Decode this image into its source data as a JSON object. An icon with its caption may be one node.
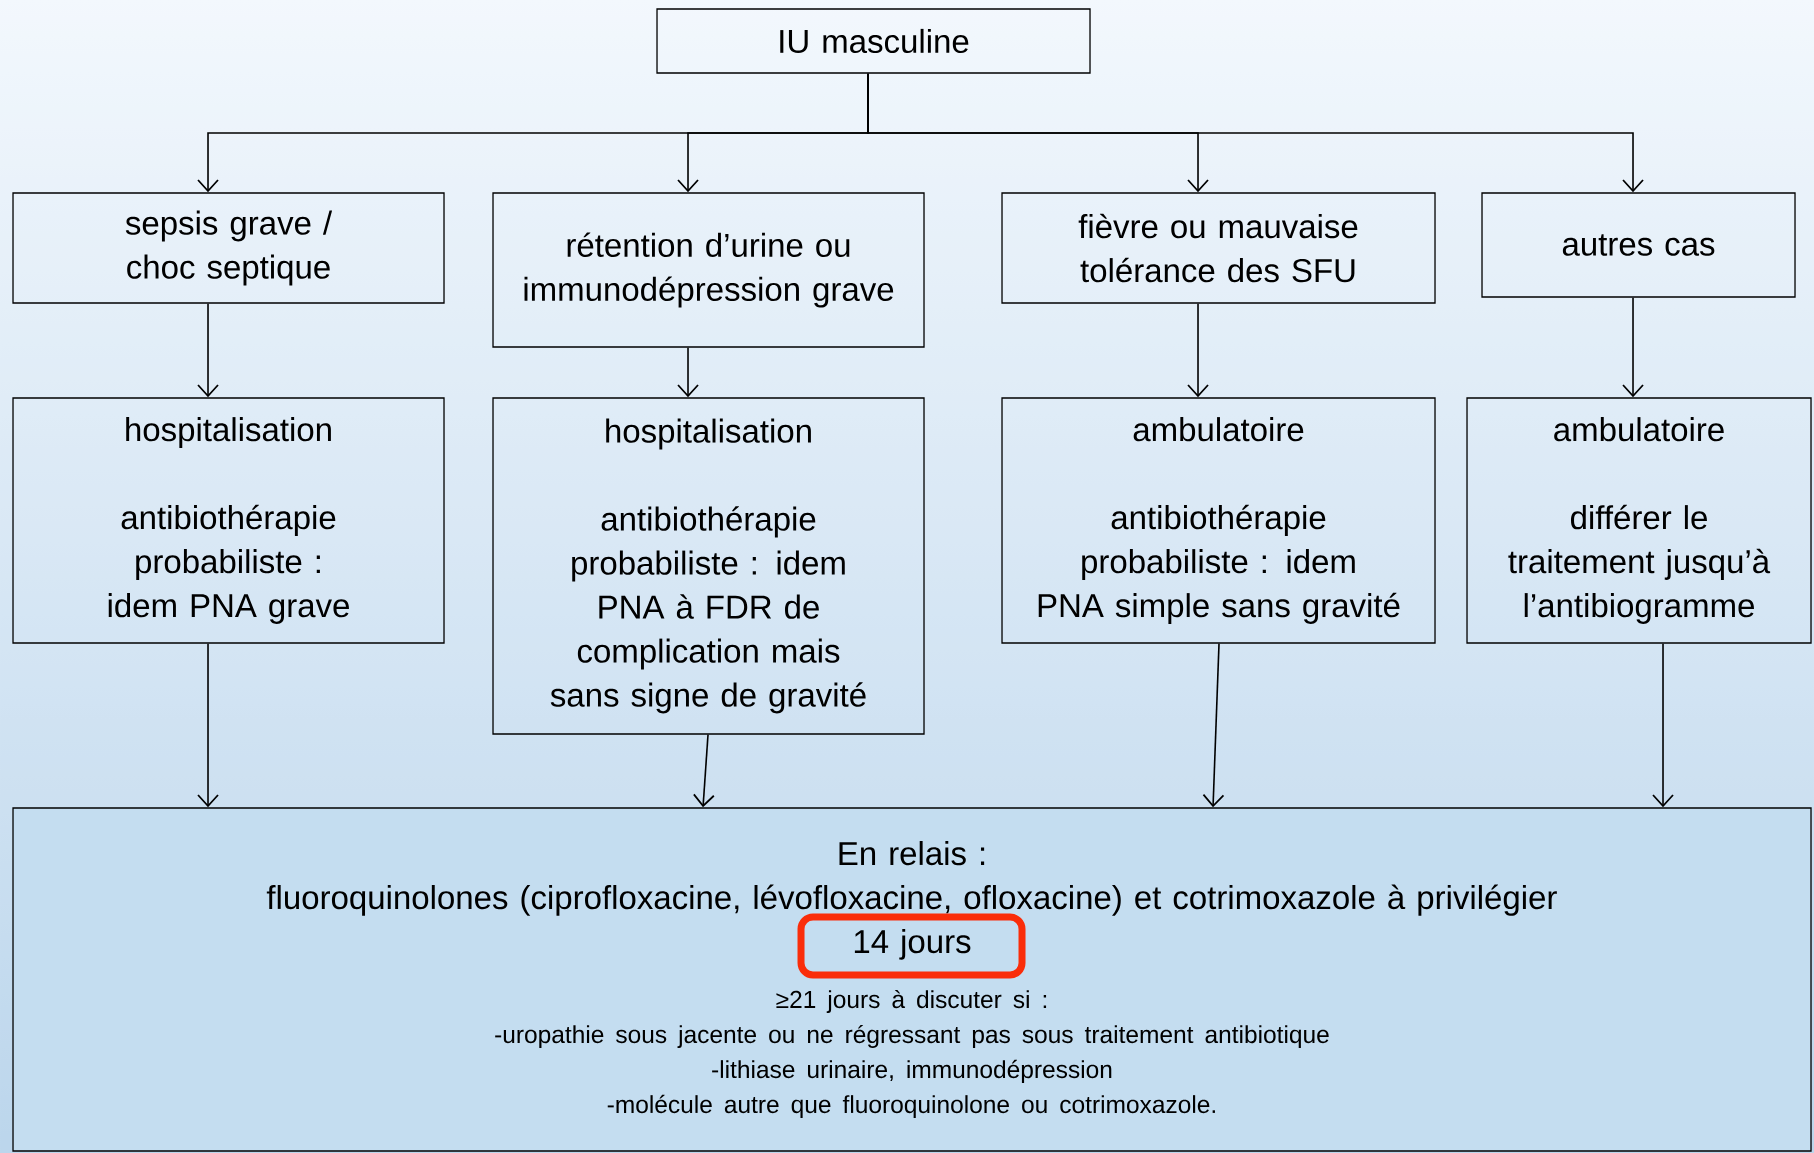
{
  "diagram": {
    "nodes": [
      {
        "text": [
          "IU masculine"
        ]
      },
      {
        "text": [
          "sepsis grave / choc septique"
        ]
      },
      {
        "text": [
          "rétention d’urine ou immunodépression grave"
        ]
      },
      {
        "text": [
          "fièvre ou mauvaise tolérance des SFU"
        ]
      },
      {
        "text": [
          "autres cas"
        ]
      },
      {
        "text": [
          "hospitalisation",
          "antibiothérapie probabiliste :  idem PNA grave"
        ]
      },
      {
        "text": [
          "hospitalisation",
          "antibiothérapie probabiliste :  idem PNA à FDR de complication mais sans signe de gravité"
        ]
      },
      {
        "text": [
          "ambulatoire",
          "antibiothérapie probabiliste : idem PNA simple sans gravité"
        ]
      },
      {
        "text": [
          "ambulatoire",
          "différer le traitement jusqu’à l’antibiogramme"
        ]
      },
      {
        "text": [
          "En relais :",
          "fluoroquinolones (ciprofloxacine, lévofloxacine, ofloxacine) et cotrimoxazole à privilégier",
          "14 jours",
          "≥21 jours à discuter si :",
          "-uropathie sous jacente ou ne régressant pas sous traitement antibiotique",
          "-lithiase urinaire, immunodépression",
          "-molécule autre que fluoroquinolone ou cotrimoxazole."
        ]
      }
    ],
    "edges": [
      {
        "from": 0,
        "to": 1,
        "arrow": "to"
      },
      {
        "from": 0,
        "to": 2,
        "arrow": "to"
      },
      {
        "from": 0,
        "to": 3,
        "arrow": "to"
      },
      {
        "from": 0,
        "to": 4,
        "arrow": "to"
      },
      {
        "from": 1,
        "to": 5,
        "arrow": "to"
      },
      {
        "from": 2,
        "to": 6,
        "arrow": "to"
      },
      {
        "from": 3,
        "to": 7,
        "arrow": "to"
      },
      {
        "from": 4,
        "to": 8,
        "arrow": "to"
      },
      {
        "from": 5,
        "to": 9,
        "arrow": "to"
      },
      {
        "from": 6,
        "to": 9,
        "arrow": "to"
      },
      {
        "from": 7,
        "to": 9,
        "arrow": "to"
      },
      {
        "from": 8,
        "to": 9,
        "arrow": "to"
      }
    ]
  }
}
